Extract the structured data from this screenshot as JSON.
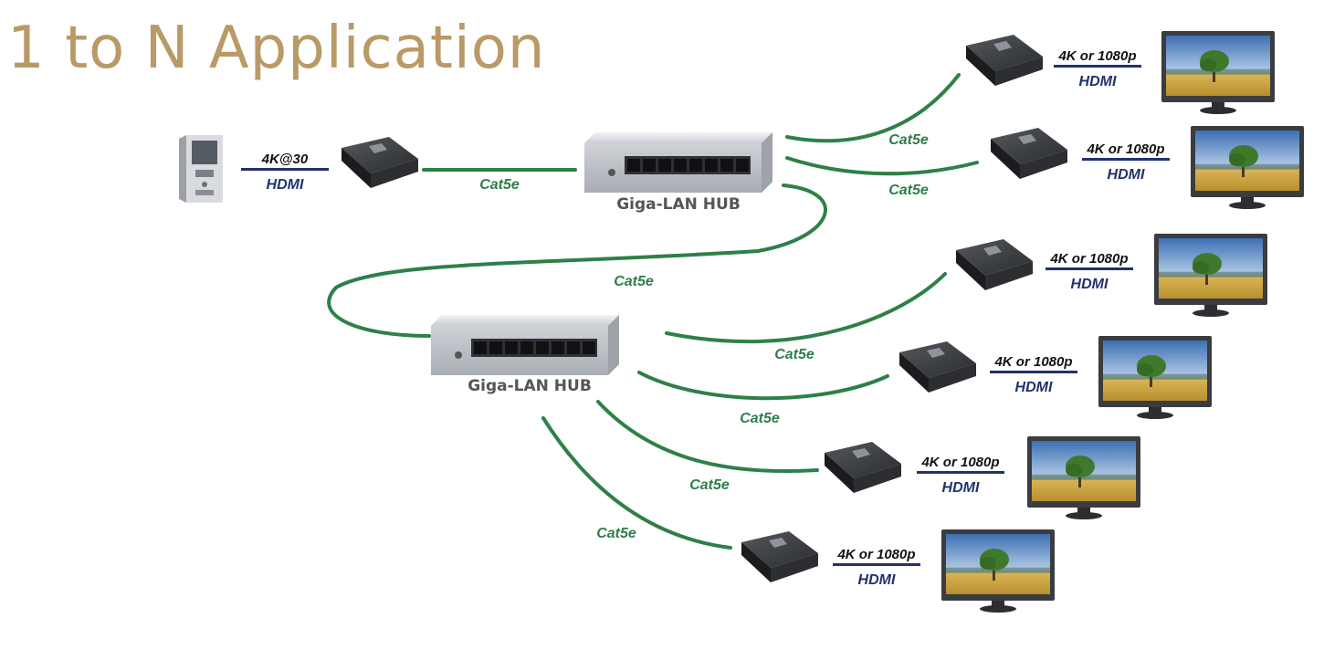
{
  "title": "1 to N Application",
  "source": {
    "resolution": "4K@30",
    "interface": "HDMI"
  },
  "hubs": [
    {
      "label": "Giga-LAN HUB"
    },
    {
      "label": "Giga-LAN HUB"
    }
  ],
  "cables": {
    "source_to_hub": "Cat5e",
    "hub_to_hub": "Cat5e"
  },
  "receivers": [
    {
      "cable": "Cat5e",
      "resolution": "4K or 1080p",
      "interface": "HDMI"
    },
    {
      "cable": "Cat5e",
      "resolution": "4K or 1080p",
      "interface": "HDMI"
    },
    {
      "cable": "Cat5e",
      "resolution": "4K or 1080p",
      "interface": "HDMI"
    },
    {
      "cable": "Cat5e",
      "resolution": "4K or 1080p",
      "interface": "HDMI"
    },
    {
      "cable": "Cat5e",
      "resolution": "4K or 1080p",
      "interface": "HDMI"
    },
    {
      "cable": "Cat5e",
      "resolution": "4K or 1080p",
      "interface": "HDMI"
    }
  ],
  "colors": {
    "title": "#b99a67",
    "cable": "#2e8048",
    "hdmi_text": "#23316e",
    "underline": "#23316e"
  }
}
